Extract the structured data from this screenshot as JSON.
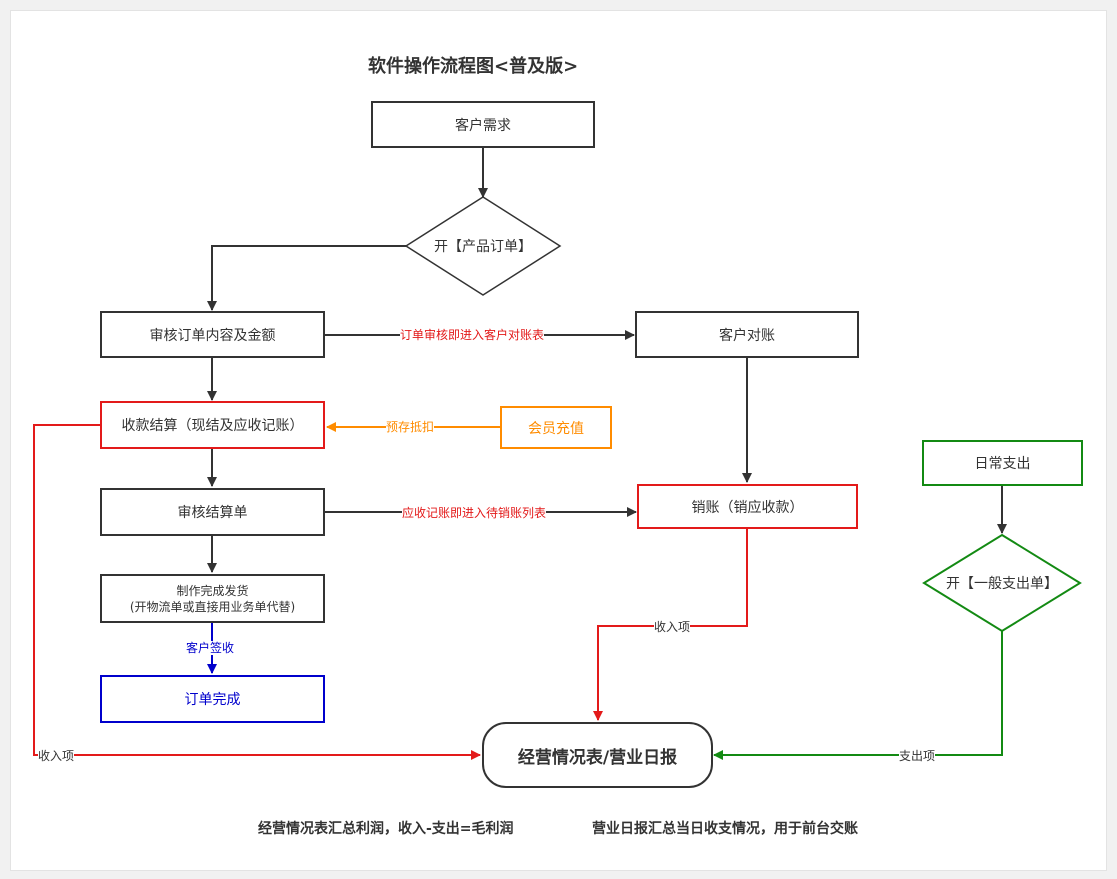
{
  "title": "软件操作流程图<普及版>",
  "nodes": {
    "customer_demand": "客户需求",
    "open_product_order": "开【产品订单】",
    "review_order": "审核订单内容及金额",
    "customer_reconcile": "客户对账",
    "collect_payment": "收款结算（现结及应收记账）",
    "member_recharge": "会员充值",
    "review_settlement": "审核结算单",
    "write_off": "销账（销应收款）",
    "make_ship_line1": "制作完成发货",
    "make_ship_line2": "(开物流单或直接用业务单代替)",
    "order_complete": "订单完成",
    "daily_expense": "日常支出",
    "open_expense": "开【一般支出单】",
    "report": "经营情况表/营业日报"
  },
  "edge_labels": {
    "order_review_to_reconcile": "订单审核即进入客户对账表",
    "prepaid_deduct": "预存抵扣",
    "receivable_to_writeoff": "应收记账即进入待销账列表",
    "customer_sign": "客户签收",
    "income_left": "收入项",
    "income_right": "收入项",
    "expense_item": "支出项"
  },
  "notes": {
    "left": "经营情况表汇总利润，收入-支出=毛利润",
    "right": "营业日报汇总当日收支情况，用于前台交账"
  },
  "colors": {
    "black": "#333333",
    "red": "#e31a1a",
    "orange": "#ff8c00",
    "blue": "#0000cc",
    "green": "#138a13"
  }
}
